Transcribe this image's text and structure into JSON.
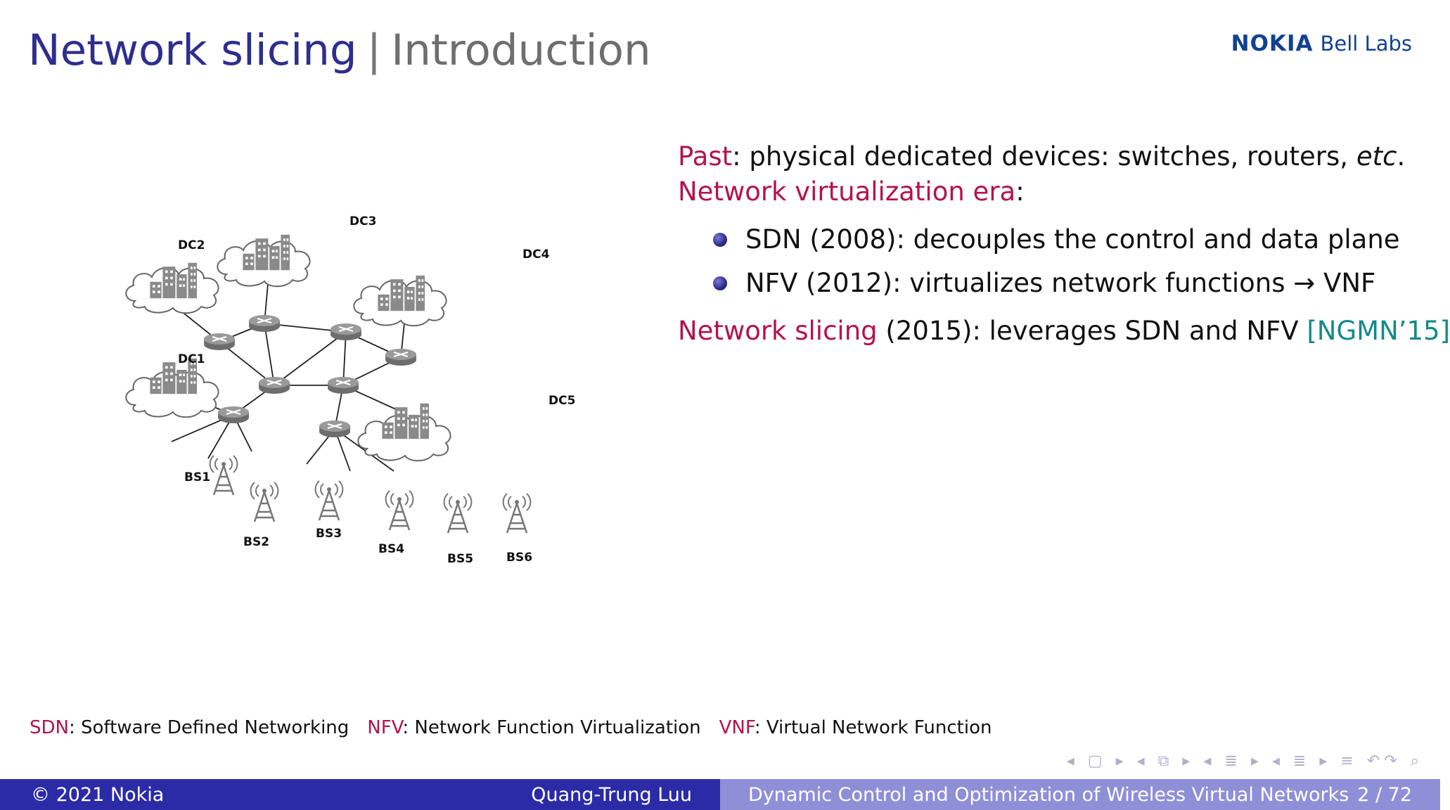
{
  "header": {
    "title": "Network slicing",
    "separator": "|",
    "subtitle": "Introduction",
    "logo_brand": "NOKIA",
    "logo_lab": "Bell Labs"
  },
  "diagram": {
    "data_centers": [
      "DC1",
      "DC2",
      "DC3",
      "DC4",
      "DC5"
    ],
    "base_stations": [
      "BS1",
      "BS2",
      "BS3",
      "BS4",
      "BS5",
      "BS6"
    ],
    "icons": [
      "cloud-icon",
      "building-icon",
      "router-icon",
      "antenna-icon"
    ]
  },
  "content": {
    "past_label": "Past",
    "past_text": ": physical dedicated devices: switches, routers, ",
    "past_etc": "etc",
    "past_end": ".",
    "era_label": "Network virtualization era",
    "era_colon": ":",
    "bullets": [
      "SDN (2008): decouples the control and data plane",
      "NFV (2012): virtualizes network functions → VNF"
    ],
    "slicing_label": "Network slicing",
    "slicing_text": " (2015): leverages SDN and NFV ",
    "slicing_cite": "[NGMN’15]"
  },
  "footnote": {
    "sdn_abbr": "SDN",
    "sdn_text": ": Software Defined Networking",
    "nfv_abbr": "NFV",
    "nfv_text": ": Network Function Virtualization",
    "vnf_abbr": "VNF",
    "vnf_text": ": Virtual Network Function"
  },
  "nav": {
    "symbols": "◂ ▢ ▸ ◂ ⧉ ▸ ◂ ≣ ▸ ◂ ≣ ▸ ≡ ↶↷ ⌕"
  },
  "footer": {
    "copyright": "© 2021 Nokia",
    "author": "Quang-Trung Luu",
    "talk_title": "Dynamic Control and Optimization of Wireless Virtual Networks",
    "page": "2 / 72"
  },
  "colors": {
    "title": "#2e2e8f",
    "accent_red": "#b5124e",
    "accent_teal": "#138a88",
    "footer_dark": "#2b2ba8",
    "footer_light": "#8f8fd8"
  }
}
